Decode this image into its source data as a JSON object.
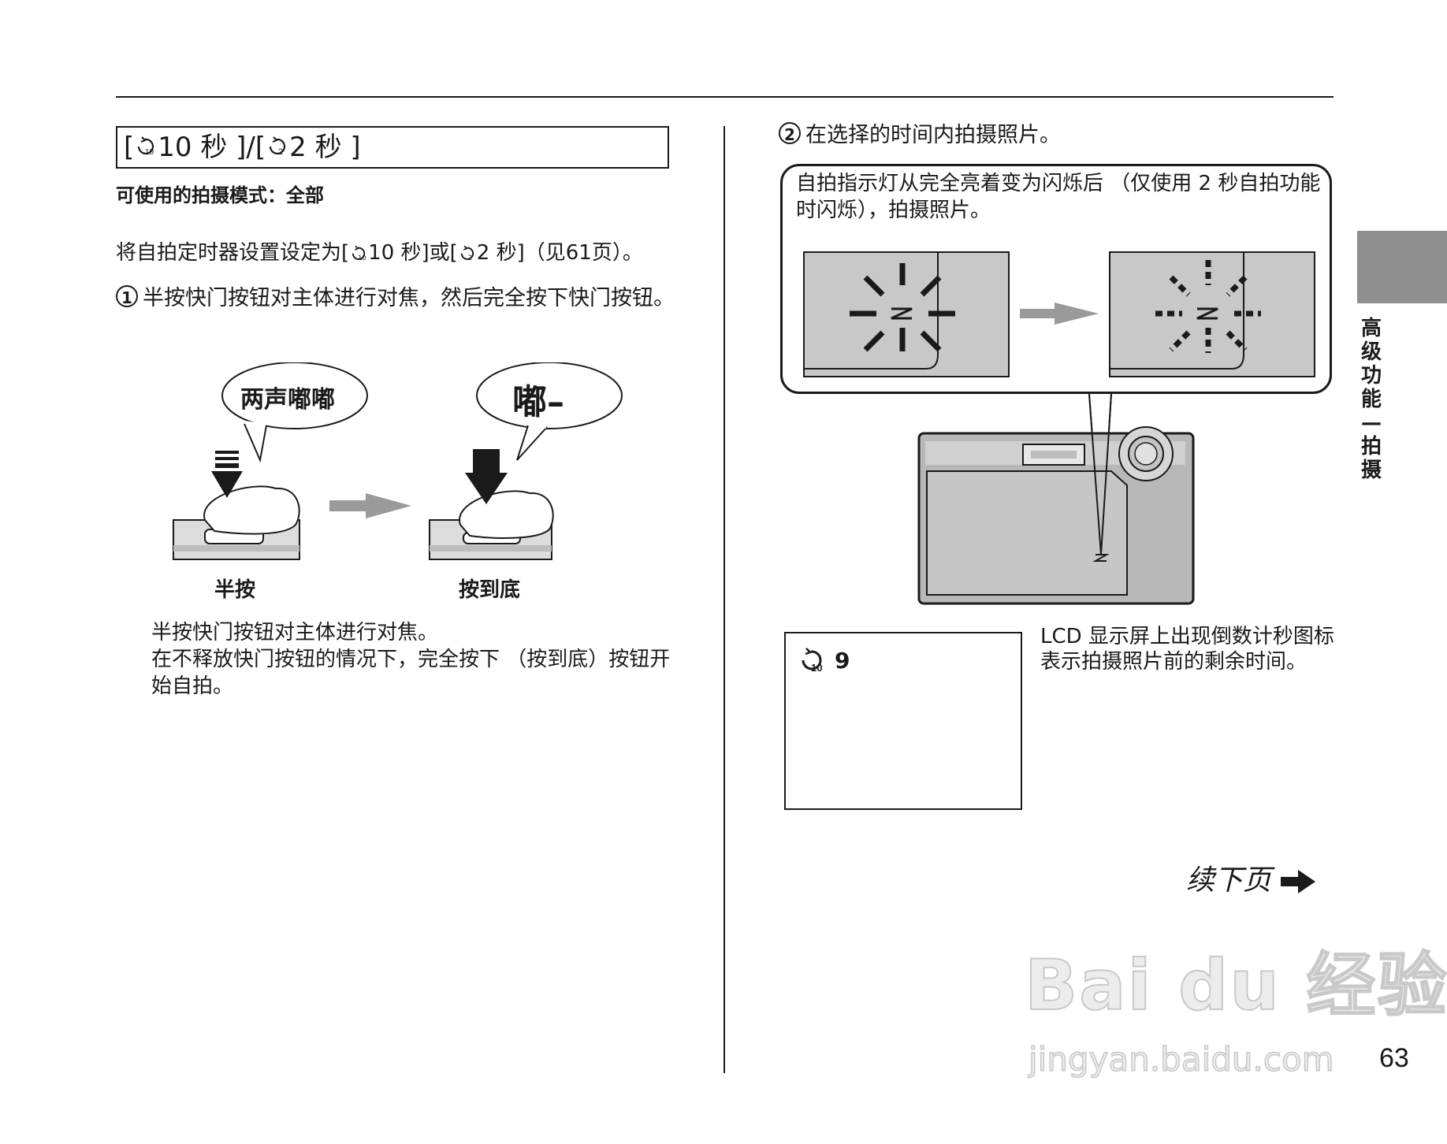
{
  "section": {
    "title_open": "[",
    "title_10s": "10 秒 ]/[",
    "title_2s": "2 秒 ]",
    "modes": "可使用的拍摄模式：全部"
  },
  "setting_text": {
    "part1": "将自拍定时器设置设定为[",
    "part2": "10 秒]或[",
    "part3": "2 秒]（见61页）。"
  },
  "step1": {
    "number": "1",
    "text": "半按快门按钮对主体进行对焦，然后完全按下快门按钮。",
    "bubble_left": "两声嘟嘟",
    "bubble_right": "嘟–",
    "caption_left": "半按",
    "caption_right": "按到底",
    "desc_line1": "半按快门按钮对主体进行对焦。",
    "desc_line2": "在不释放快门按钮的情况下，完全按下 （按到底）按钮开始自拍。"
  },
  "step2": {
    "number": "2",
    "text": "在选择的时间内拍摄照片。",
    "callout_text": "自拍指示灯从完全亮着变为闪烁后 （仅使用 2 秒自拍功能时闪烁），拍摄照片。",
    "lcd_countdown": "9",
    "lcd_desc": "LCD 显示屏上出现倒数计秒图标表示拍摄照片前的剩余时间。"
  },
  "continue_label": "续下页",
  "side_label": "高级功能—拍摄",
  "page_number": "63",
  "watermark": {
    "logo": "Bai du 经验",
    "url": "jingyan.baidu.com"
  },
  "colors": {
    "text": "#1a1a1a",
    "side_tab": "#8f8f8f",
    "arrow_gray": "#9a9a9a",
    "panel_gray": "#c8c8c8"
  },
  "icons": [
    "self-timer-10s-icon",
    "self-timer-2s-icon",
    "arrow-right-icon",
    "lamp-on-icon",
    "lamp-blink-icon"
  ]
}
